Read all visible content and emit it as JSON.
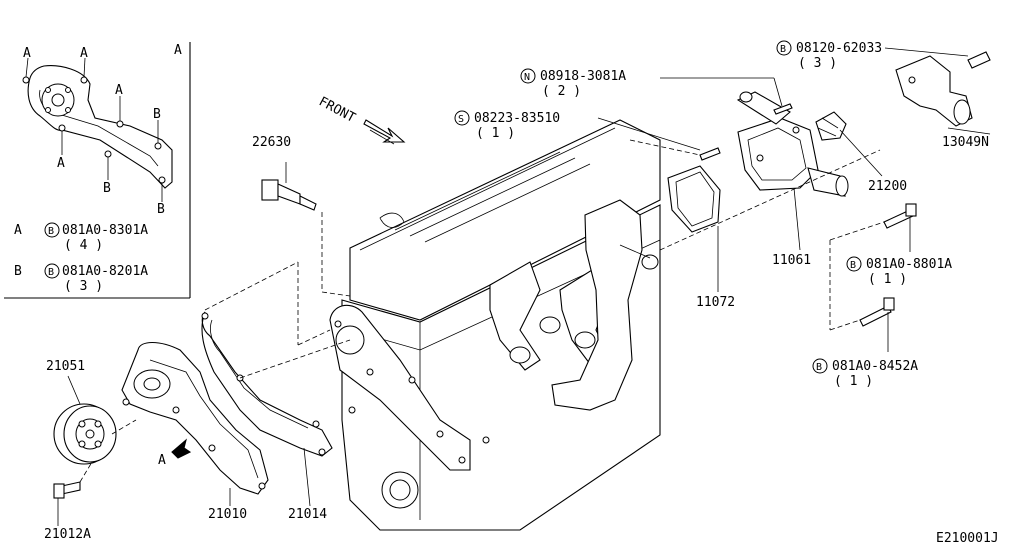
{
  "inset": {
    "corner_label": "A",
    "bolt_markers": [
      "A",
      "A",
      "A",
      "A",
      "B",
      "B",
      "B"
    ],
    "legend": [
      {
        "key": "A",
        "symbol": "B",
        "part": "081A0-8301A",
        "qty": "( 4 )"
      },
      {
        "key": "B",
        "symbol": "B",
        "part": "081A0-8201A",
        "qty": "( 3 )"
      }
    ]
  },
  "front_label": "FRONT",
  "callouts": {
    "p22630": "22630",
    "p08223": {
      "symbol": "S",
      "part": "08223-83510",
      "qty": "( 1 )"
    },
    "p08918": {
      "symbol": "N",
      "part": "08918-3081A",
      "qty": "( 2 )"
    },
    "p08120": {
      "symbol": "B",
      "part": "08120-62033",
      "qty": "( 3 )"
    },
    "p13049N": "13049N",
    "p21200": "21200",
    "p11061": "11061",
    "p081A0_8801A": {
      "symbol": "B",
      "part": "081A0-8801A",
      "qty": "( 1 )"
    },
    "p11072": "11072",
    "p081A0_8452A": {
      "symbol": "B",
      "part": "081A0-8452A",
      "qty": "( 1 )"
    },
    "p21051": "21051",
    "p21012A": "21012A",
    "p21010": "21010",
    "p21014": "21014",
    "view_a": "A"
  },
  "diagram_code": "E210001J"
}
